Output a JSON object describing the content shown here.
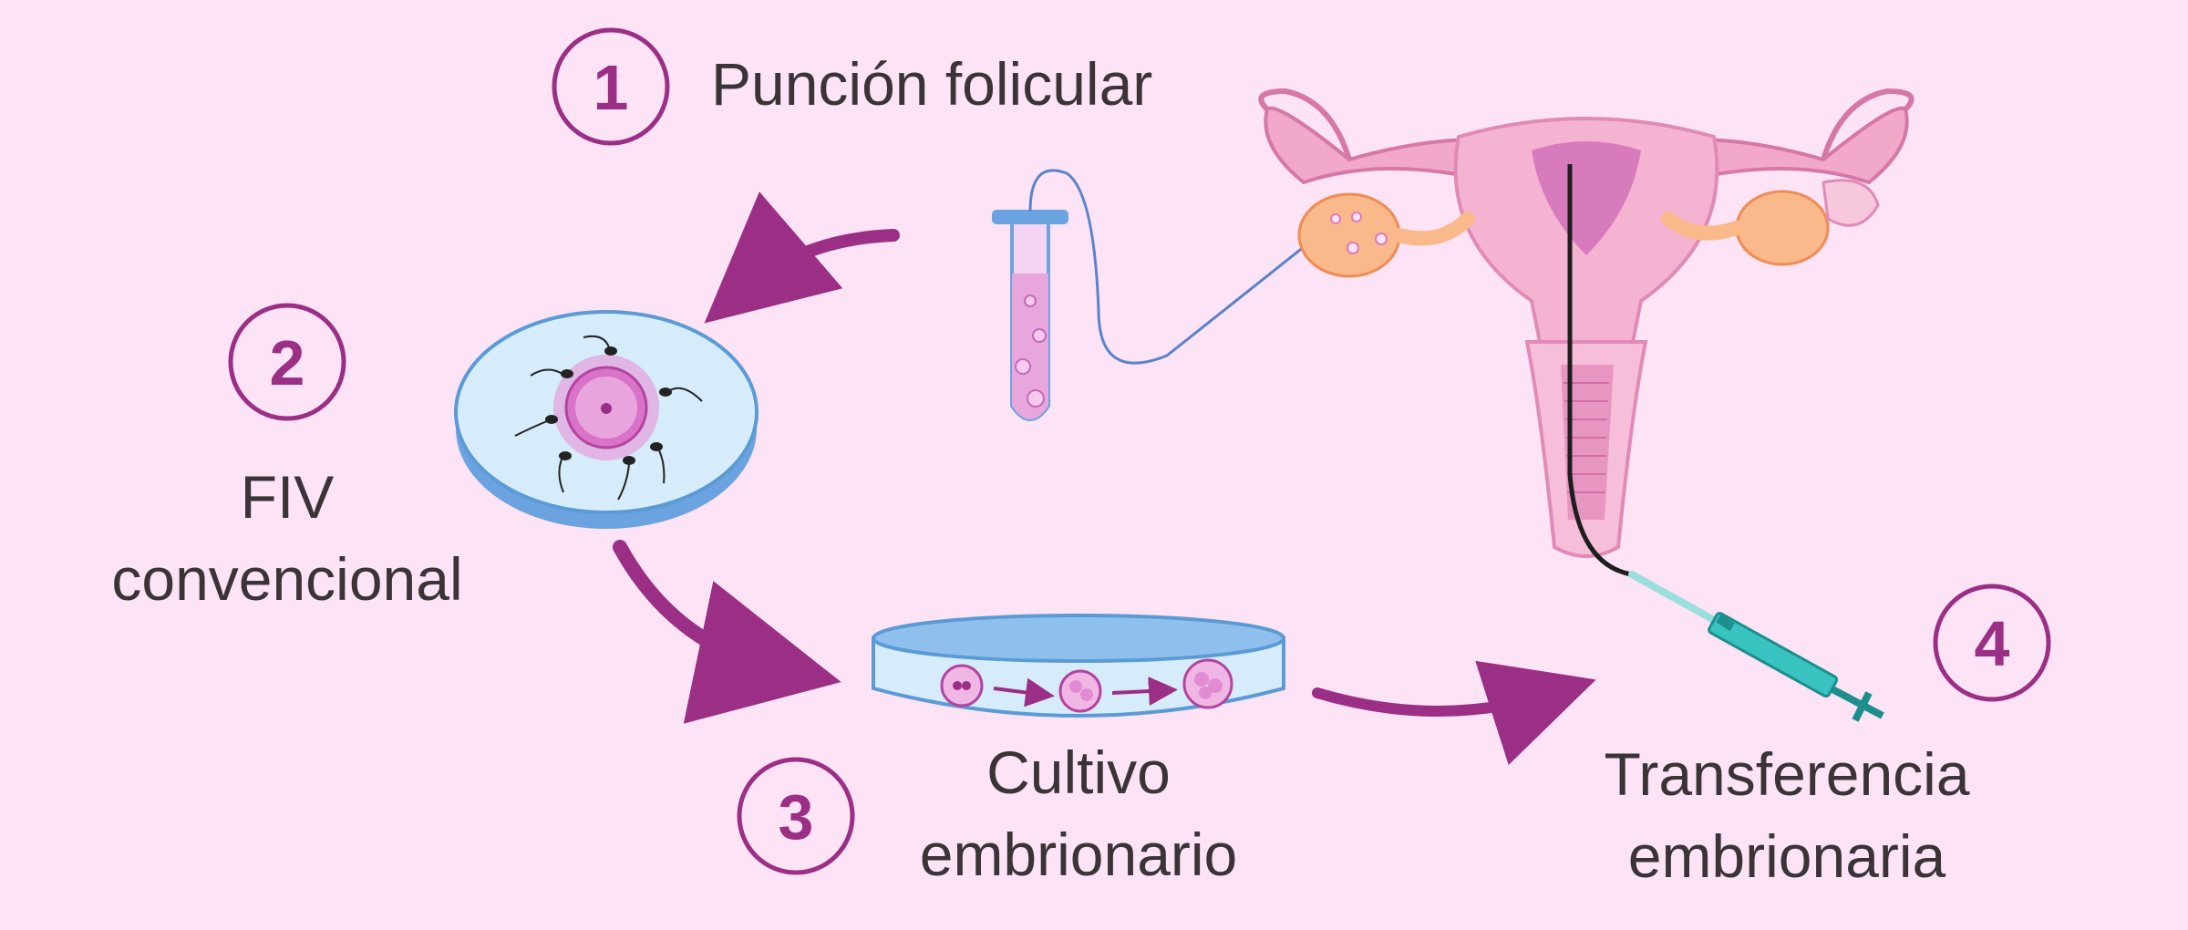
{
  "steps": [
    {
      "number": "1",
      "lines": [
        "Punción folicular"
      ]
    },
    {
      "number": "2",
      "lines": [
        "FIV",
        "convencional"
      ]
    },
    {
      "number": "3",
      "lines": [
        "Cultivo",
        "embrionario"
      ]
    },
    {
      "number": "4",
      "lines": [
        "Transferencia",
        "embrionaria"
      ]
    }
  ],
  "colors": {
    "background": "#fde3f6",
    "accent": "#9b2f85",
    "text": "#3a3438",
    "dish_fill": "#d6ecfb",
    "dish_stroke": "#5b9bd5",
    "uterus": "#f2a8c8",
    "ovary": "#f9b98a",
    "syringe": "#38c3c1"
  },
  "icons": {
    "tube": "test-tube-icon",
    "petri_fiv": "petri-dish-fertilization-icon",
    "petri_culture": "petri-dish-culture-icon",
    "uterus": "uterus-icon",
    "syringe": "transfer-catheter-icon"
  }
}
